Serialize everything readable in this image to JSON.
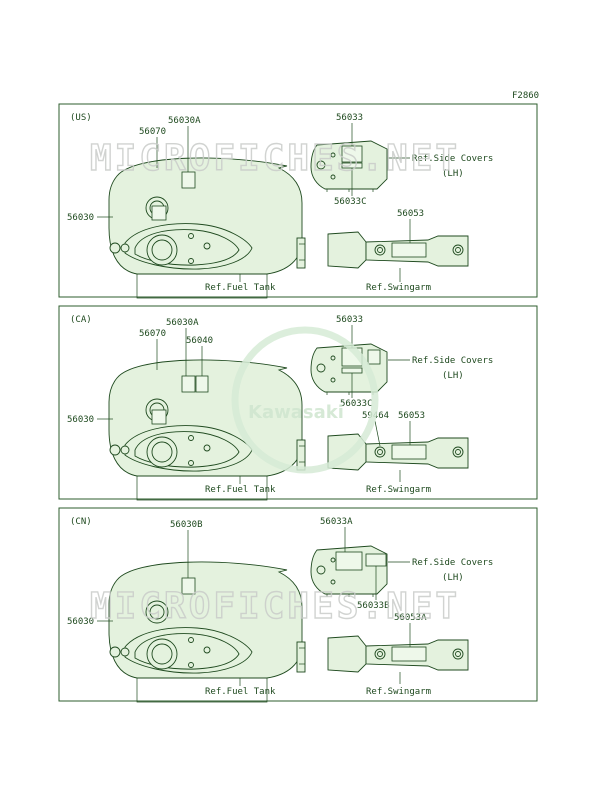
{
  "figure_code": "F2860",
  "watermark": "MICROFICHES.NET",
  "brand": "Kawasaki",
  "panels": [
    {
      "region": "(US)",
      "codes": {
        "tank_top": "56030A",
        "tank_cap": "56070",
        "tank_side": "56030",
        "cover_top": "56033",
        "cover_bottom": "56033C",
        "swingarm": "56053"
      },
      "refs": {
        "side_covers": "Ref.Side Covers",
        "side_covers_sub": "(LH)",
        "fuel_tank": "Ref.Fuel Tank",
        "swingarm": "Ref.Swingarm"
      }
    },
    {
      "region": "(CA)",
      "codes": {
        "tank_top": "56030A",
        "tank_cap": "56070",
        "tank_extra": "56040",
        "tank_side": "56030",
        "cover_top": "56033",
        "cover_bottom": "56033C",
        "swingarm_extra": "59464",
        "swingarm": "56053"
      },
      "refs": {
        "side_covers": "Ref.Side Covers",
        "side_covers_sub": "(LH)",
        "fuel_tank": "Ref.Fuel Tank",
        "swingarm": "Ref.Swingarm"
      }
    },
    {
      "region": "(CN)",
      "codes": {
        "tank_top": "56030B",
        "tank_side": "56030",
        "cover_top": "56033A",
        "cover_bottom": "56033B",
        "swingarm": "56053A"
      },
      "refs": {
        "side_covers": "Ref.Side Covers",
        "side_covers_sub": "(LH)",
        "fuel_tank": "Ref.Fuel Tank",
        "swingarm": "Ref.Swingarm"
      }
    }
  ]
}
